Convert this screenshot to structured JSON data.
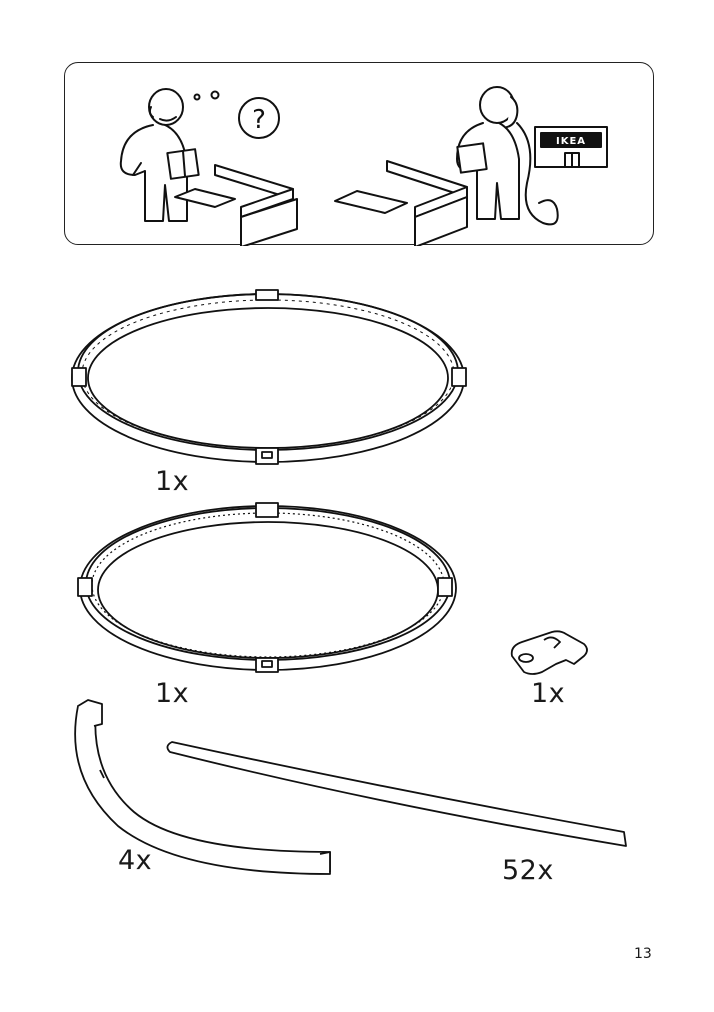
{
  "help_panel": {
    "question_mark": "?",
    "store_sign": "IKEA"
  },
  "parts": [
    {
      "name": "large-ring-frame",
      "quantity": "1x"
    },
    {
      "name": "small-ring-frame",
      "quantity": "1x"
    },
    {
      "name": "bracket",
      "quantity": "1x"
    },
    {
      "name": "curved-support",
      "quantity": "4x"
    },
    {
      "name": "thin-slat",
      "quantity": "52x"
    }
  ],
  "page_number": "13"
}
